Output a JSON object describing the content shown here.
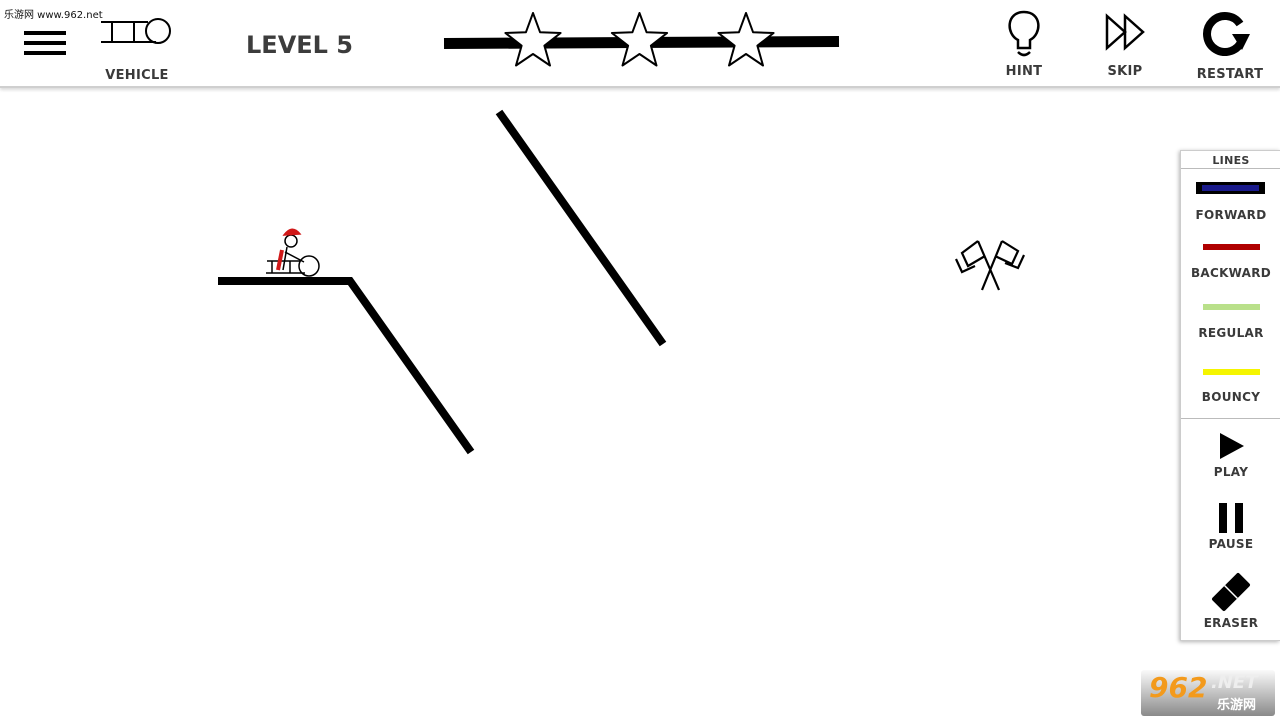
{
  "watermark": "乐游网 www.962.net",
  "header": {
    "menu_icon": "hamburger-icon",
    "vehicle_label": "VEHICLE",
    "level": "LEVEL 5",
    "stars_total": 3,
    "hint_label": "HINT",
    "skip_label": "SKIP",
    "restart_label": "RESTART"
  },
  "panel": {
    "title": "LINES",
    "lines": [
      {
        "label": "FORWARD",
        "color": "#1a1a8c"
      },
      {
        "label": "BACKWARD",
        "color": "#b00000"
      },
      {
        "label": "REGULAR",
        "color": "#b9e08a"
      },
      {
        "label": "BOUNCY",
        "color": "#f5f500"
      }
    ],
    "play_label": "PLAY",
    "pause_label": "PAUSE",
    "eraser_label": "ERASER"
  },
  "logo": {
    "num": "962",
    "net": ".NET",
    "cn": "乐游网"
  }
}
